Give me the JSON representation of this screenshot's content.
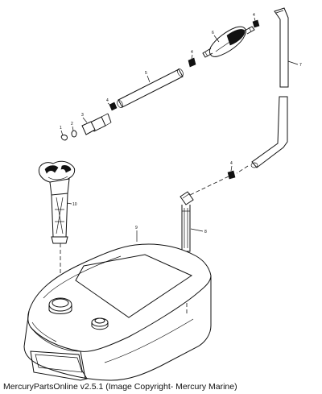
{
  "caption": "MercuryPartsOnline v2.5.1 (Image Copyright- Mercury Marine)",
  "callouts": {
    "c1": "1",
    "c2": "2",
    "c3": "3",
    "c4a": "4",
    "c4b": "4",
    "c4c": "4",
    "c4d": "4",
    "c5": "5",
    "c6": "6",
    "c7": "7",
    "c8": "8",
    "c9": "9",
    "c10": "10"
  }
}
